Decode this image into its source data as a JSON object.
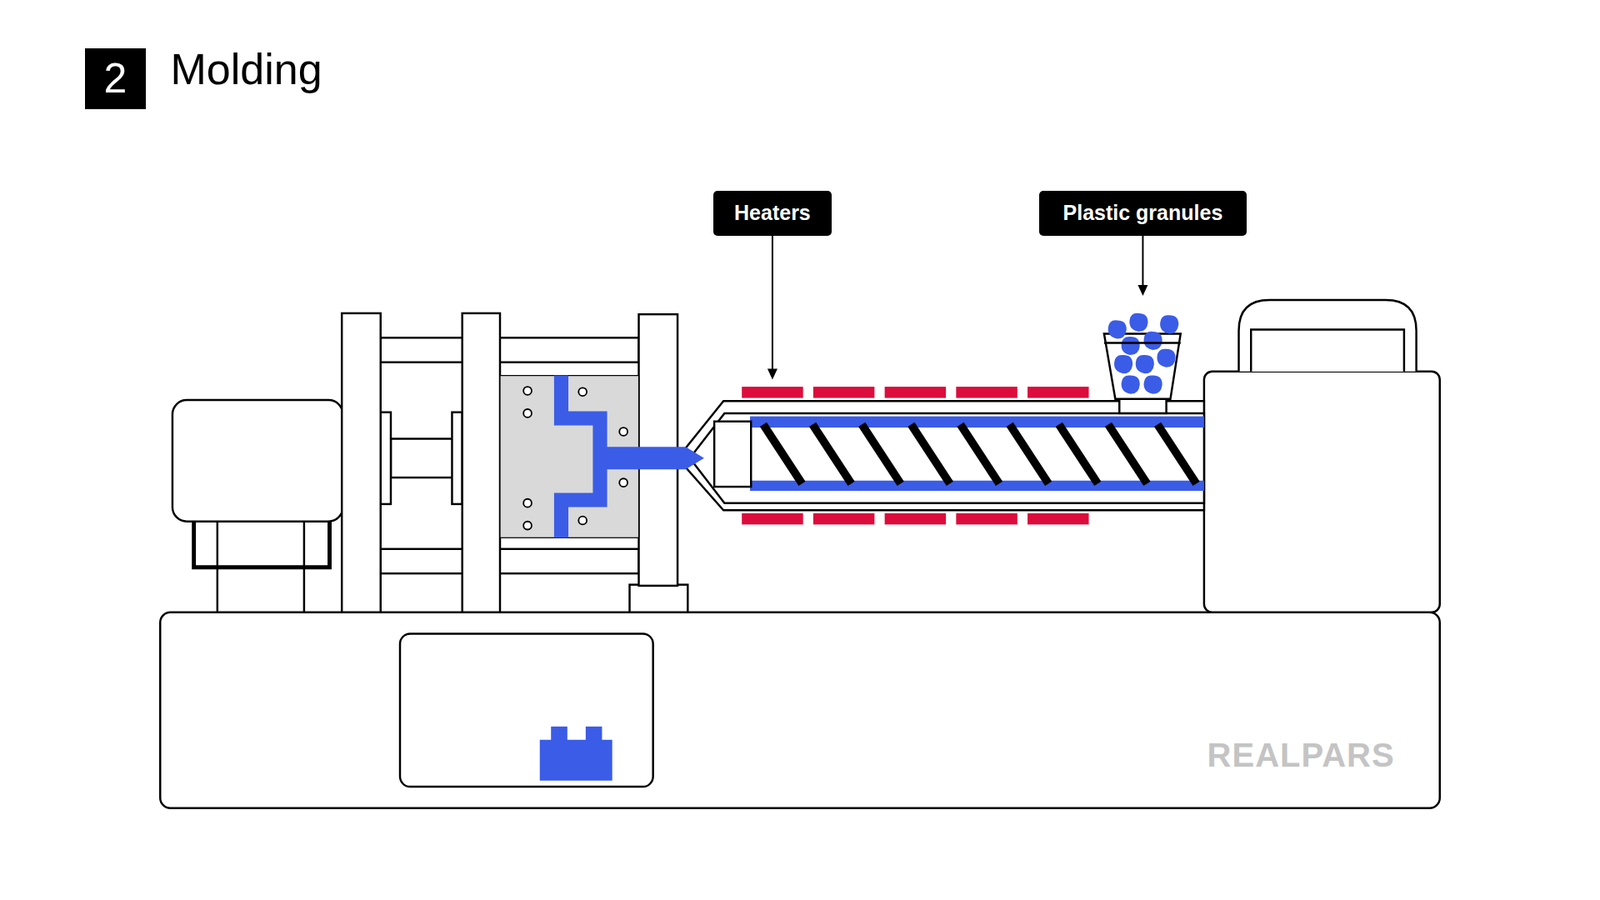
{
  "diagram": {
    "title": "Molding",
    "nodes": [
      {
        "text": [
          "2"
        ]
      },
      {
        "text": [
          "Heaters"
        ]
      },
      {
        "text": [
          "Plastic granules"
        ]
      }
    ],
    "labels": [
      "REALPARS"
    ]
  }
}
